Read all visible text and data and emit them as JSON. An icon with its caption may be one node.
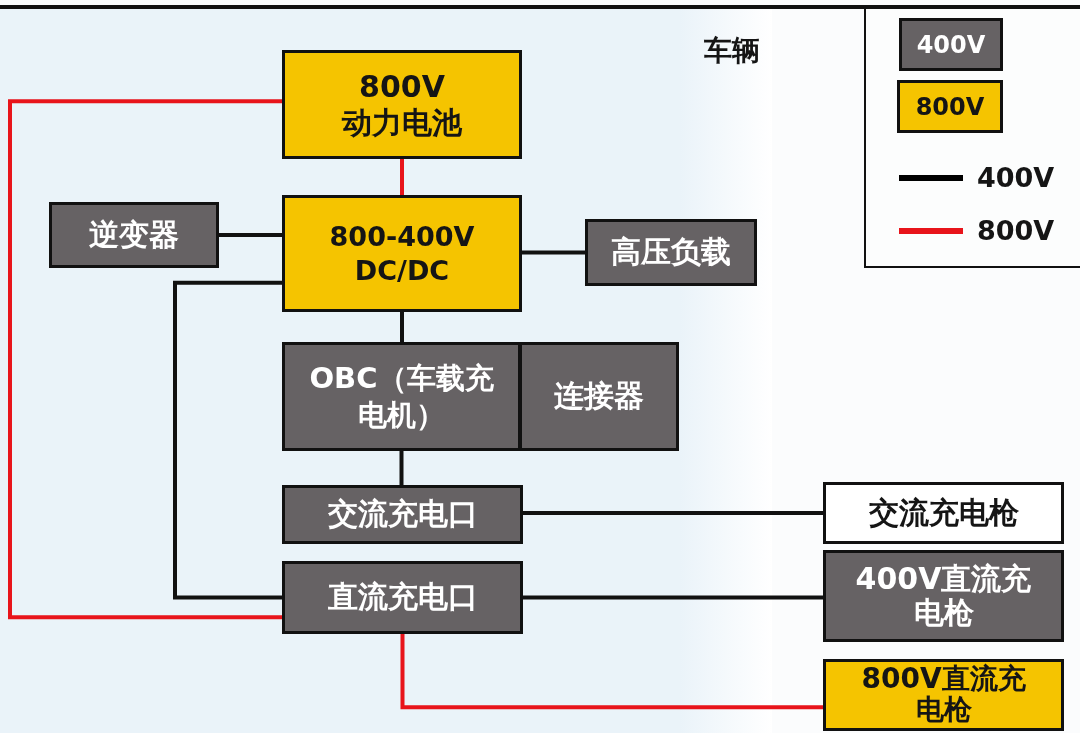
{
  "diagram": {
    "nodes": [
      {
        "text": [
          "车辆"
        ]
      },
      {
        "text": [
          "800V 动力电池"
        ],
        "in": 0
      },
      {
        "text": [
          "800-400V DC/DC"
        ],
        "in": 0
      },
      {
        "text": [
          "逆变器"
        ],
        "in": 0
      },
      {
        "text": [
          "高压负载"
        ],
        "in": 0
      },
      {
        "text": [
          "OBC（车载充电机）"
        ],
        "in": 0
      },
      {
        "text": [
          "连接器"
        ],
        "in": 0
      },
      {
        "text": [
          "交流充电口"
        ],
        "in": 0
      },
      {
        "text": [
          "直流充电口"
        ],
        "in": 0
      },
      {
        "text": [
          "交流充电枪"
        ]
      },
      {
        "text": [
          "400V直流充电枪"
        ]
      },
      {
        "text": [
          "800V直流充电枪"
        ]
      }
    ],
    "edges": [
      {
        "from": 1,
        "to": 2,
        "arrow": "none",
        "color": "#e8141b"
      },
      {
        "from": 3,
        "to": 2,
        "arrow": "none"
      },
      {
        "from": 2,
        "to": 4,
        "arrow": "none"
      },
      {
        "from": 2,
        "to": 5,
        "arrow": "none"
      },
      {
        "from": 5,
        "to": 7,
        "arrow": "none"
      },
      {
        "from": 2,
        "to": 8,
        "arrow": "none"
      },
      {
        "from": 1,
        "to": 8,
        "arrow": "none",
        "color": "#e8141b"
      },
      {
        "from": 7,
        "to": 9,
        "arrow": "none"
      },
      {
        "from": 8,
        "to": 10,
        "arrow": "none"
      },
      {
        "from": 8,
        "to": 11,
        "arrow": "none",
        "color": "#e8141b"
      }
    ],
    "legend": [
      {
        "text": "400V",
        "color": "#666264"
      },
      {
        "text": "800V",
        "color": "#f5c400"
      },
      {
        "text": "400V",
        "color": "#000000"
      },
      {
        "text": "800V",
        "color": "#e8141b"
      }
    ]
  }
}
